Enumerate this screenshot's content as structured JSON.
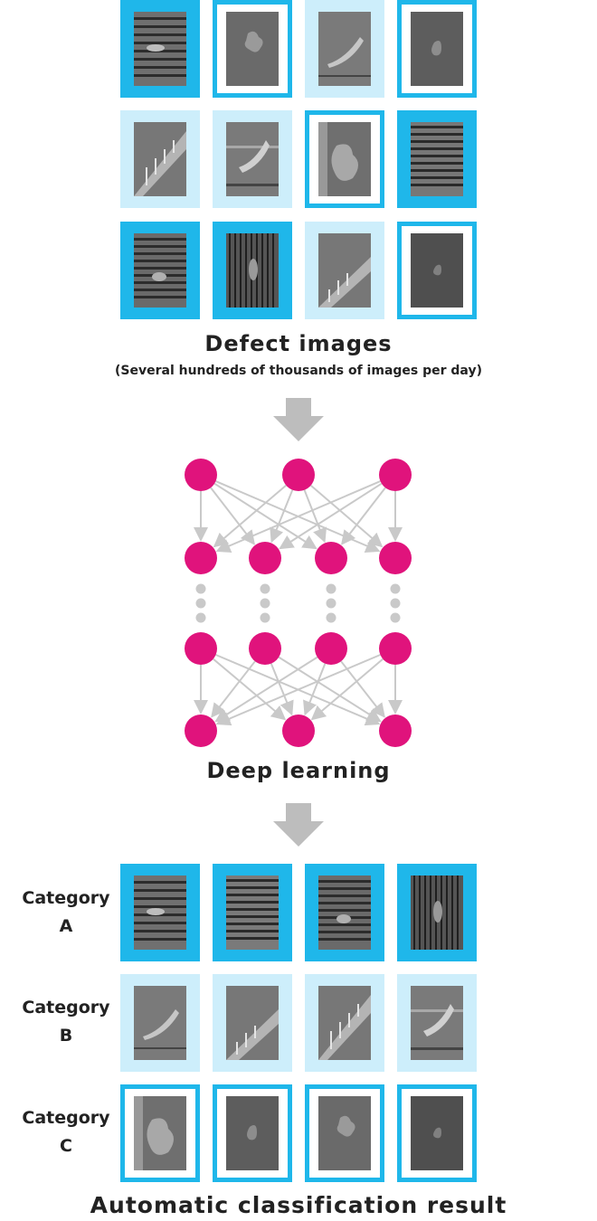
{
  "defect_section": {
    "title": "Defect images",
    "subtitle": "(Several hundreds of thousands of images per day)"
  },
  "network": {
    "label": "Deep learning",
    "node_color": "#e0137c",
    "edge_color": "#c9c9c9",
    "layers": [
      3,
      4,
      4,
      3
    ]
  },
  "result_section": {
    "title": "Automatic classification result",
    "categories": [
      {
        "line1": "Category",
        "line2": "A"
      },
      {
        "line1": "Category",
        "line2": "B"
      },
      {
        "line1": "Category",
        "line2": "C"
      }
    ]
  },
  "colors": {
    "tile_dark": "#1fb7ea",
    "tile_light": "#cdeefb",
    "arrow": "#bdbdbd"
  }
}
